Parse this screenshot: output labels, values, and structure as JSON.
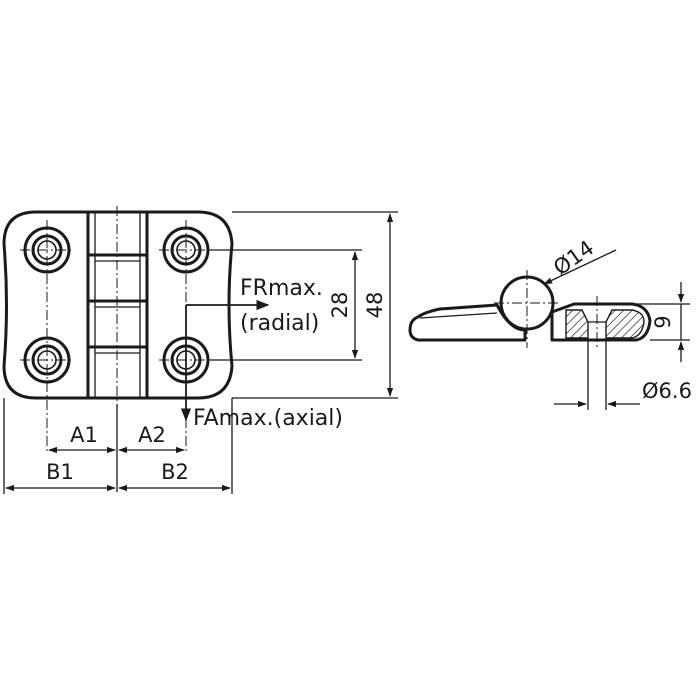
{
  "labels": {
    "fr_line1": "FRmax.",
    "fr_line2": "(radial)",
    "fa": "FAmax.(axial)",
    "a1": "A1",
    "a2": "A2",
    "b1": "B1",
    "b2": "B2",
    "d28": "28",
    "d48": "48",
    "d14": "Ø14",
    "d9": "9",
    "d66": "Ø6.6"
  }
}
